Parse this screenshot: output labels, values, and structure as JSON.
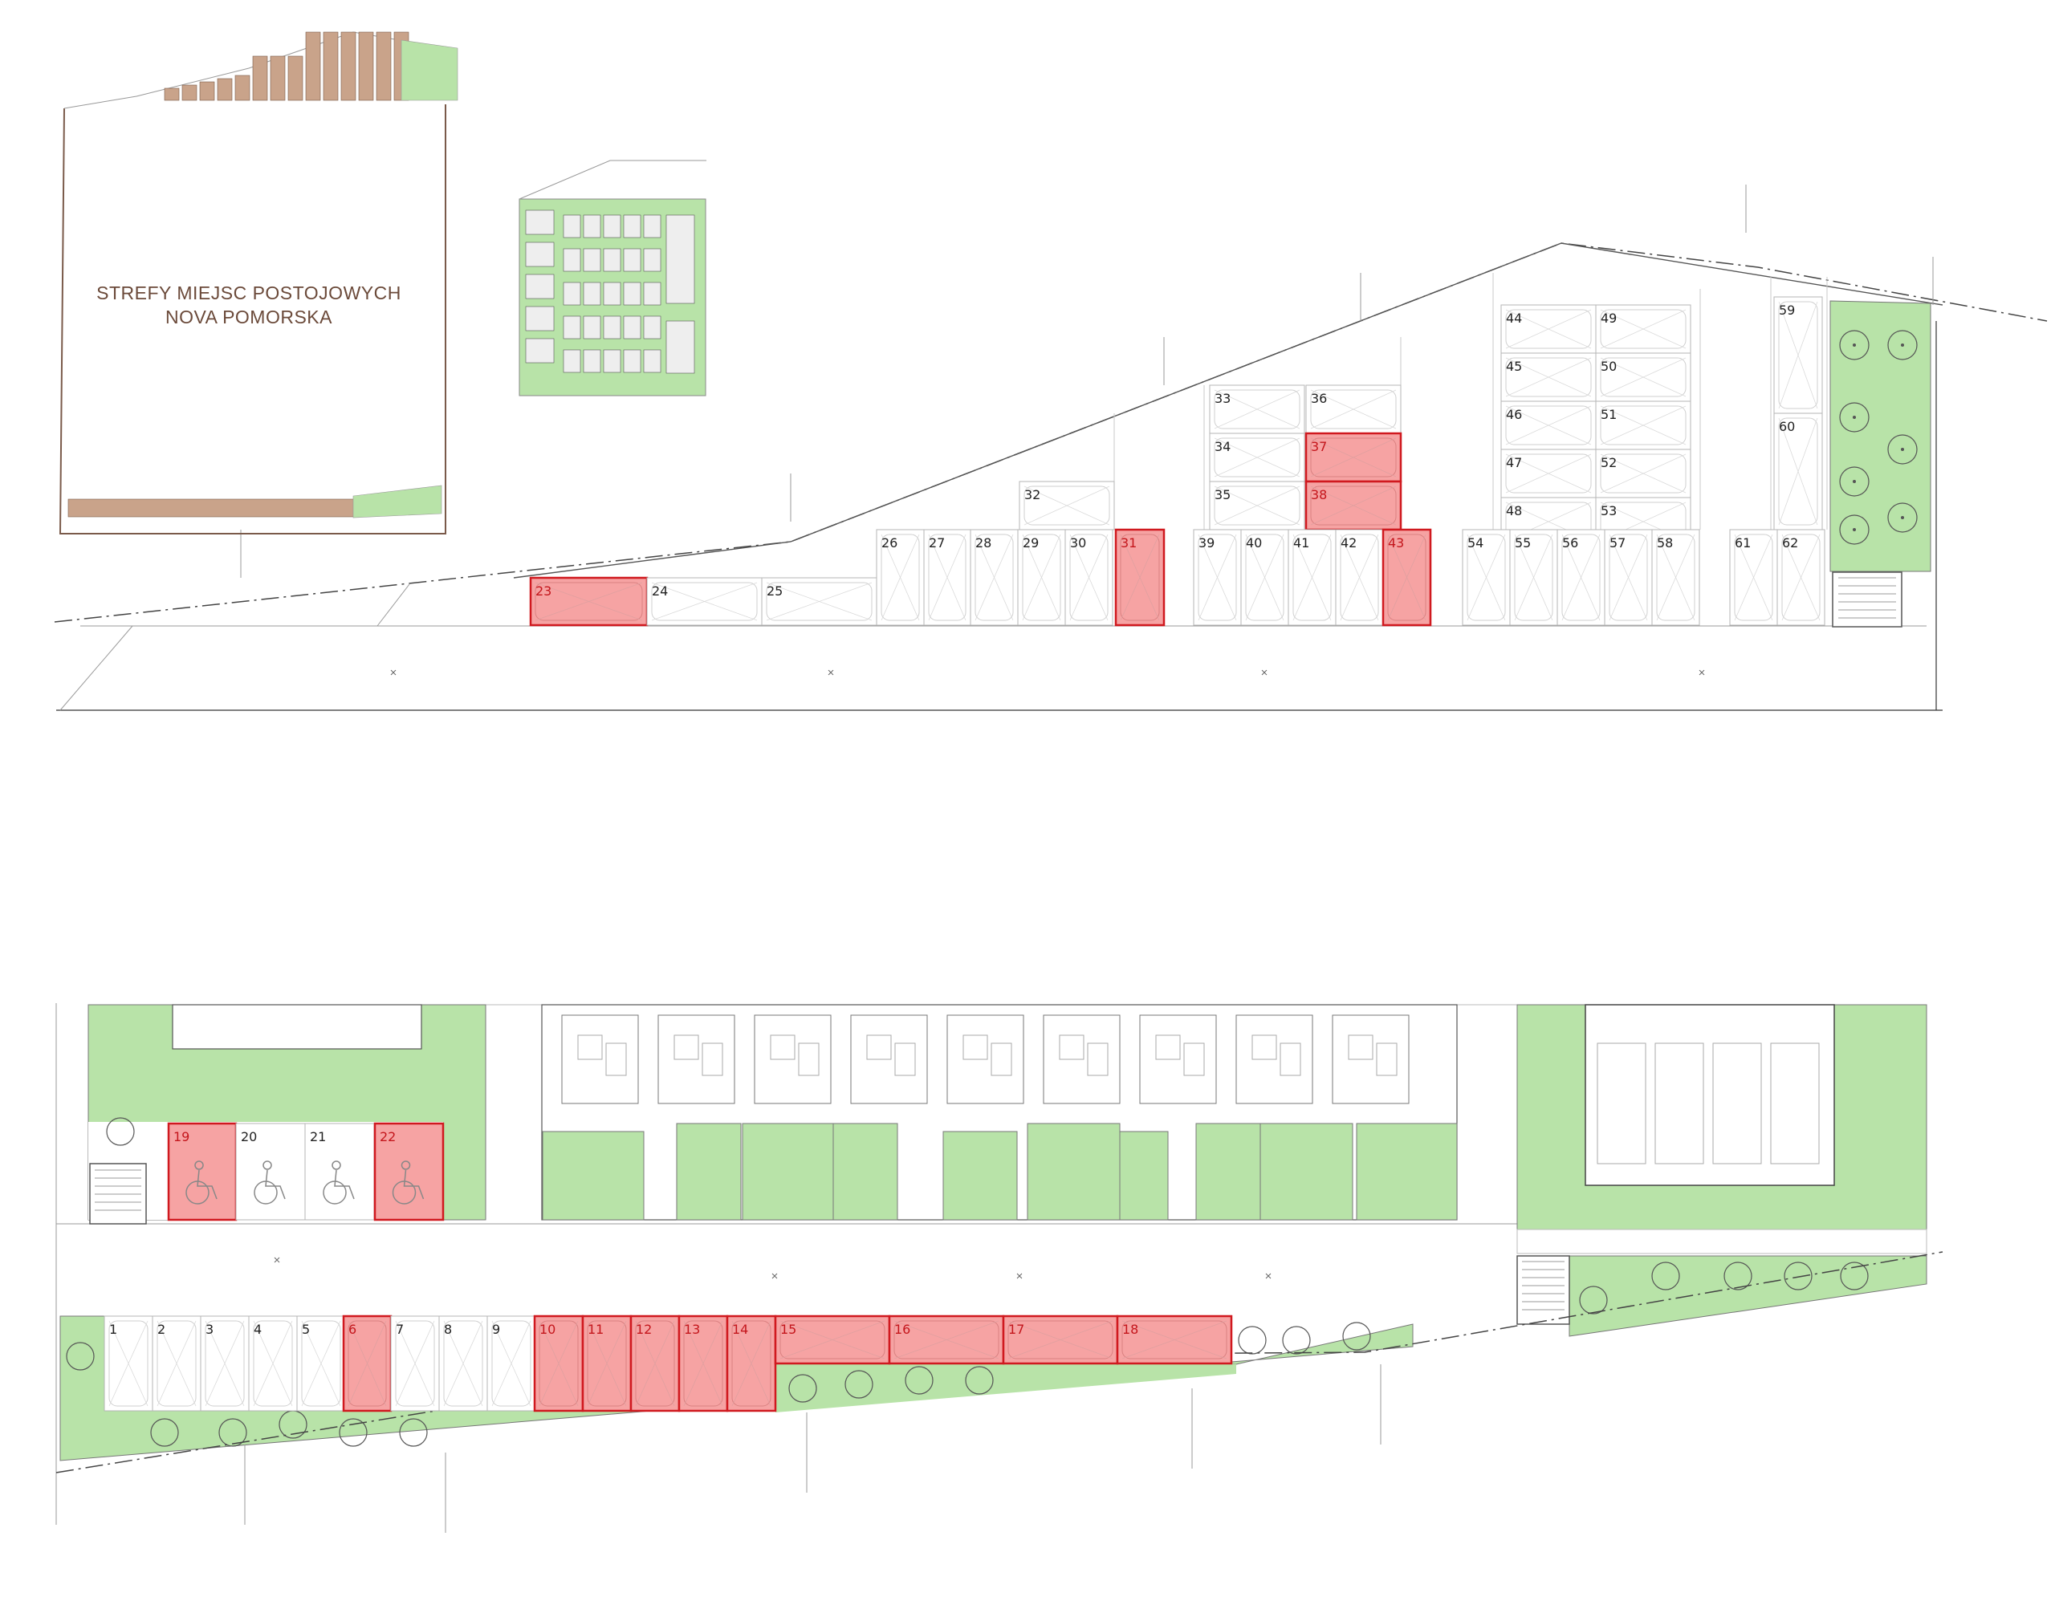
{
  "title": {
    "line1": "STREFY MIEJSC POSTOJOWYCH",
    "line2": "NOVA POMORSKA"
  },
  "legend_colors": {
    "available": "#ffffff",
    "reserved_fill": "#f6a3a3",
    "reserved_stroke": "#d0191f",
    "reserved_label": "#c4161c",
    "green_area": "#b8e3a8",
    "line": "#9a9a9a",
    "frame": "#7a5a4a"
  },
  "upper_area": {
    "spaces": [
      {
        "label": "23",
        "reserved": true
      },
      {
        "label": "24",
        "reserved": false
      },
      {
        "label": "25",
        "reserved": false
      },
      {
        "label": "26",
        "reserved": false
      },
      {
        "label": "27",
        "reserved": false
      },
      {
        "label": "28",
        "reserved": false
      },
      {
        "label": "29",
        "reserved": false
      },
      {
        "label": "30",
        "reserved": false
      },
      {
        "label": "31",
        "reserved": true
      },
      {
        "label": "32",
        "reserved": false
      },
      {
        "label": "33",
        "reserved": false
      },
      {
        "label": "34",
        "reserved": false
      },
      {
        "label": "35",
        "reserved": false
      },
      {
        "label": "36",
        "reserved": false
      },
      {
        "label": "37",
        "reserved": true
      },
      {
        "label": "38",
        "reserved": true
      },
      {
        "label": "39",
        "reserved": false
      },
      {
        "label": "40",
        "reserved": false
      },
      {
        "label": "41",
        "reserved": false
      },
      {
        "label": "42",
        "reserved": false
      },
      {
        "label": "43",
        "reserved": true
      },
      {
        "label": "44",
        "reserved": false
      },
      {
        "label": "45",
        "reserved": false
      },
      {
        "label": "46",
        "reserved": false
      },
      {
        "label": "47",
        "reserved": false
      },
      {
        "label": "48",
        "reserved": false
      },
      {
        "label": "49",
        "reserved": false
      },
      {
        "label": "50",
        "reserved": false
      },
      {
        "label": "51",
        "reserved": false
      },
      {
        "label": "52",
        "reserved": false
      },
      {
        "label": "53",
        "reserved": false
      },
      {
        "label": "54",
        "reserved": false
      },
      {
        "label": "55",
        "reserved": false
      },
      {
        "label": "56",
        "reserved": false
      },
      {
        "label": "57",
        "reserved": false
      },
      {
        "label": "58",
        "reserved": false
      },
      {
        "label": "59",
        "reserved": false
      },
      {
        "label": "60",
        "reserved": false
      },
      {
        "label": "61",
        "reserved": false
      },
      {
        "label": "62",
        "reserved": false
      }
    ]
  },
  "lower_area": {
    "spaces": [
      {
        "label": "1",
        "reserved": false
      },
      {
        "label": "2",
        "reserved": false
      },
      {
        "label": "3",
        "reserved": false
      },
      {
        "label": "4",
        "reserved": false
      },
      {
        "label": "5",
        "reserved": false
      },
      {
        "label": "6",
        "reserved": true
      },
      {
        "label": "7",
        "reserved": false
      },
      {
        "label": "8",
        "reserved": false
      },
      {
        "label": "9",
        "reserved": false
      },
      {
        "label": "10",
        "reserved": true
      },
      {
        "label": "11",
        "reserved": true
      },
      {
        "label": "12",
        "reserved": true
      },
      {
        "label": "13",
        "reserved": true
      },
      {
        "label": "14",
        "reserved": true
      },
      {
        "label": "15",
        "reserved": true
      },
      {
        "label": "16",
        "reserved": true
      },
      {
        "label": "17",
        "reserved": true
      },
      {
        "label": "18",
        "reserved": true
      },
      {
        "label": "19",
        "reserved": true,
        "accessible": true
      },
      {
        "label": "20",
        "reserved": false,
        "accessible": true
      },
      {
        "label": "21",
        "reserved": false,
        "accessible": true
      },
      {
        "label": "22",
        "reserved": true,
        "accessible": true
      }
    ]
  }
}
